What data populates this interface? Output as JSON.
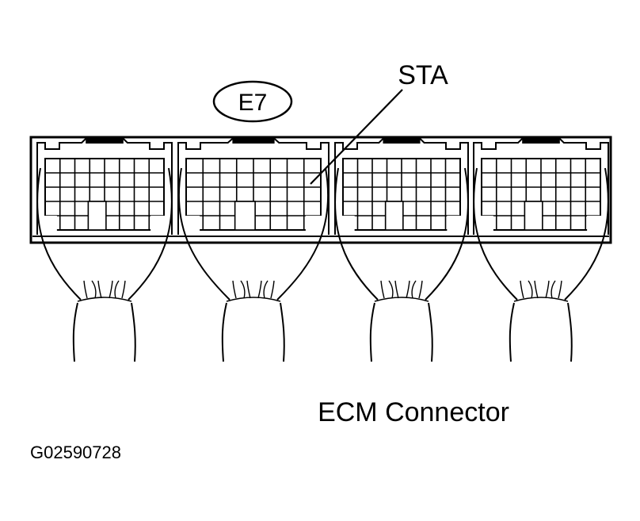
{
  "diagram": {
    "connector_id": "E7",
    "pin_label": "STA",
    "caption": "ECM Connector",
    "figure_code": "G02590728"
  },
  "connector": {
    "sections": 4
  },
  "colors": {
    "line": "#000000",
    "background": "#ffffff"
  }
}
